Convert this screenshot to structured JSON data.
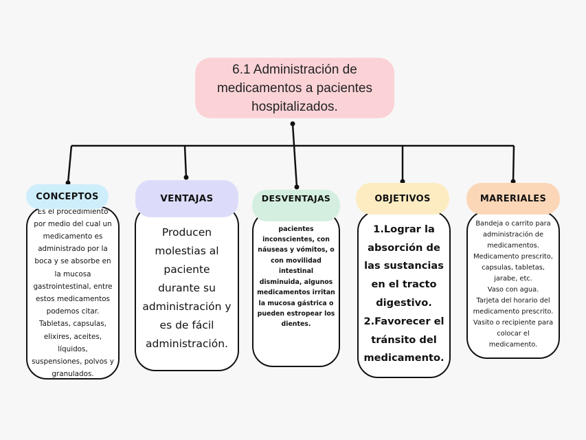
{
  "title": "6.1 Administración de medicamentos a pacientes hospitalizados.",
  "colors": {
    "title_bg": "#fbd3d7",
    "conceptos_bg": "#cfeefc",
    "ventajas_bg": "#dcdcfa",
    "desventajas_bg": "#d4efdf",
    "objetivos_bg": "#fdecc2",
    "materiales_bg": "#fbd7b8",
    "line": "#111111"
  },
  "categories": [
    {
      "label": "CONCEPTOS",
      "text": "Es el procedimiento por medio del cual un medicamento es administrado por la boca y se absorbe en la mucosa gastrointestinal, entre estos medicamentos podemos citar. Tabletas, capsulas, elixires, aceites, líquidos, suspensiones, polvos y granulados."
    },
    {
      "label": "VENTAJAS",
      "text": "Producen molestias al paciente durante su administración y es de fácil administración."
    },
    {
      "label": "DESVENTAJAS",
      "text": "No se administra en pacientes inconscientes, con náuseas y vómitos, o con movilidad intestinal disminuida, algunos medicamentos irritan la mucosa gástrica o pueden estropear los dientes."
    },
    {
      "label": "OBJETIVOS",
      "text": "1.Lograr la absorción de las sustancias en el tracto digestivo. 2.Favorecer el tránsito del medicamento."
    },
    {
      "label": "MARERIALES",
      "lines": [
        "Bandeja o carrito para administración de medicamentos.",
        "Medicamento prescrito, capsulas, tabletas, jarabe, etc.",
        "Vaso con agua.",
        "Tarjeta del horario del medicamento prescrito.",
        "Vasito o recipiente para colocar el medicamento."
      ]
    }
  ]
}
